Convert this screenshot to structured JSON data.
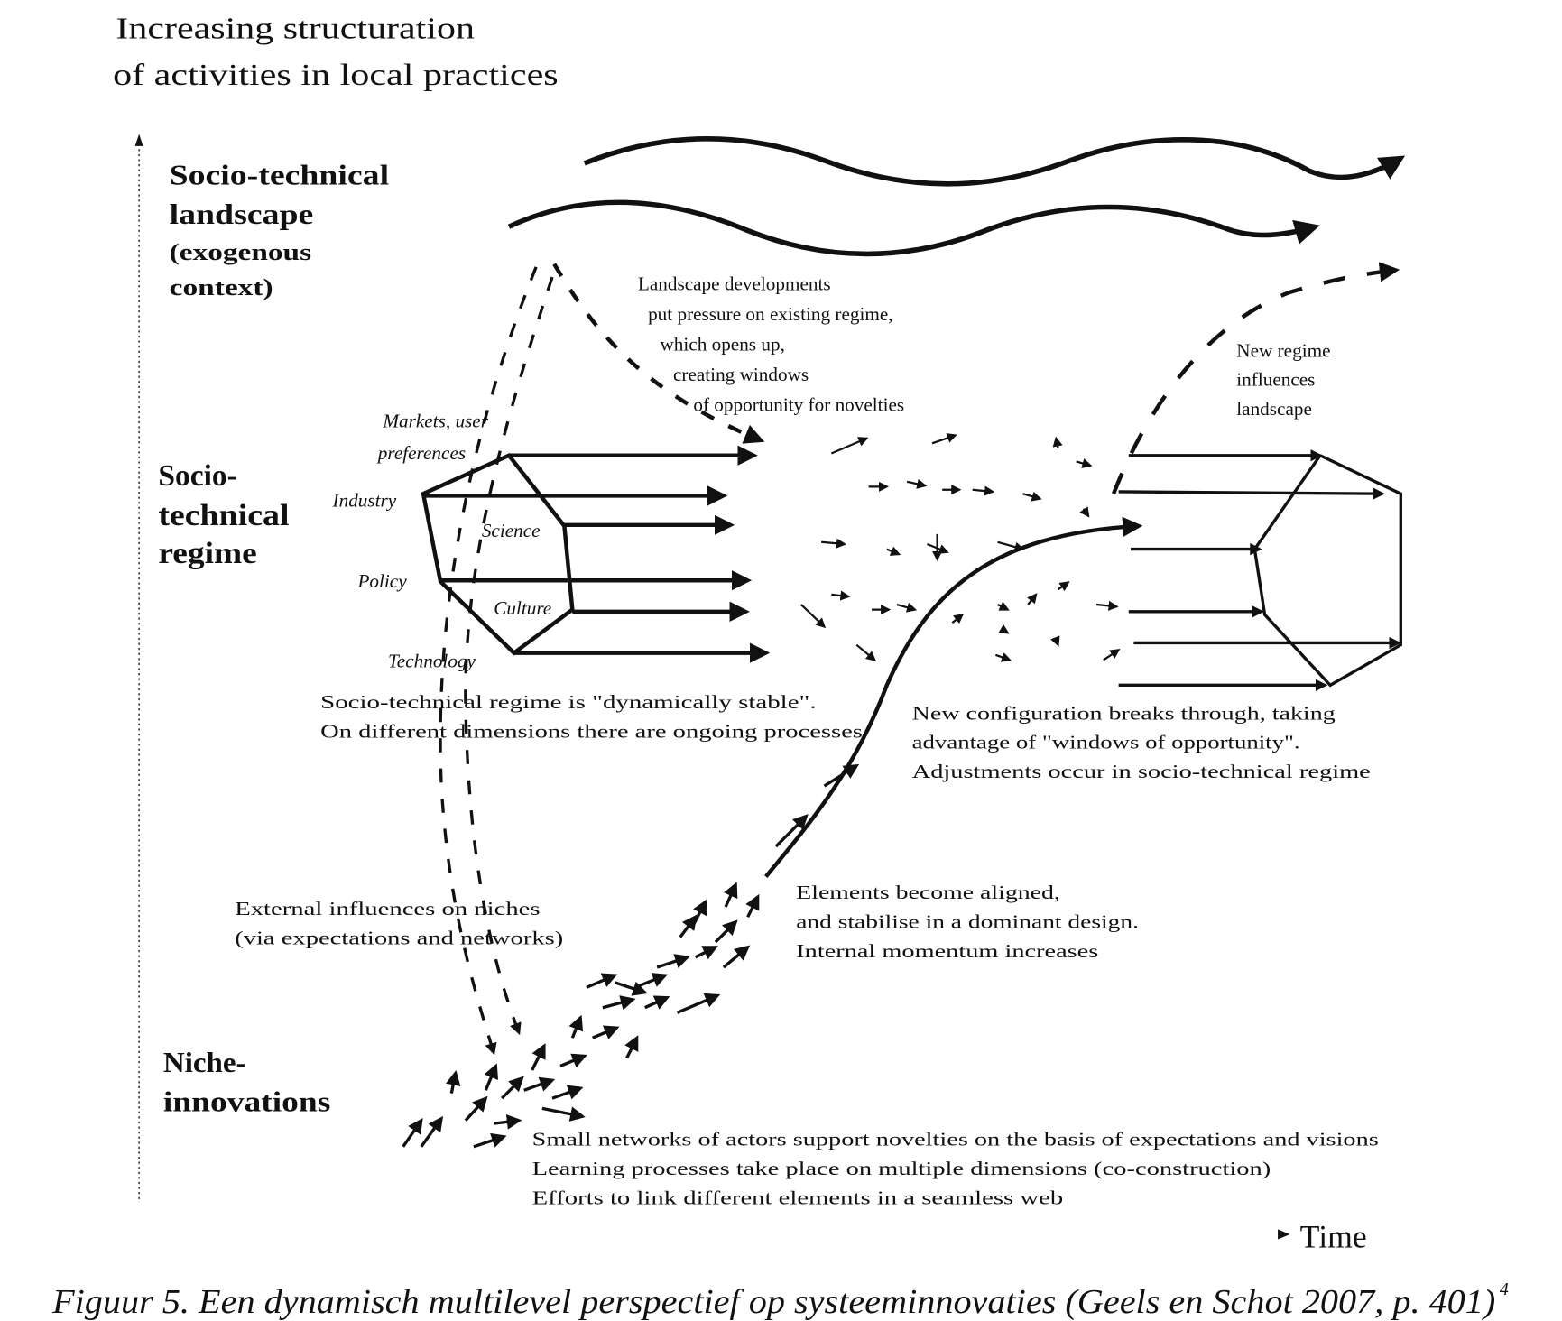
{
  "y_axis": {
    "label_line1": "Increasing structuration",
    "label_line2": "of activities in local practices"
  },
  "x_axis": {
    "label": "Time"
  },
  "levels": {
    "landscape": [
      "Socio-technical",
      "landscape",
      "(exogenous",
      "context)"
    ],
    "regime": [
      "Socio-",
      "technical",
      "regime"
    ],
    "niche": [
      "Niche-",
      "innovations"
    ]
  },
  "regime_dimensions": {
    "markets": [
      "Markets, user",
      "preferences"
    ],
    "industry": "Industry",
    "science": "Science",
    "policy": "Policy",
    "culture": "Culture",
    "technology": "Technology"
  },
  "annotations": {
    "landscape_pressure": [
      "Landscape  developments",
      "put pressure on existing regime,",
      "which opens up,",
      "creating windows",
      "of opportunity for novelties"
    ],
    "new_regime": [
      "New  regime",
      "influences",
      "landscape"
    ],
    "regime_stable": [
      "Socio-technical regime  is \"dynamically stable\".",
      "On different dimensions there are ongoing processes"
    ],
    "breakthrough": [
      "New configuration breaks through, taking",
      "advantage of \"windows of opportunity\".",
      "Adjustments occur in socio-technical regime"
    ],
    "aligned": [
      "Elements become aligned,",
      "and stabilise in a dominant design.",
      "Internal momentum increases"
    ],
    "external": [
      "External influences on niches",
      "(via expectations and networks)"
    ],
    "niche_networks": [
      "Small networks of actors support novelties on the basis of expectations and visions",
      "Learning processes take place on multiple dimensions (co-construction)",
      "Efforts to link different elements  in a seamless web"
    ]
  },
  "caption": {
    "text": "Figuur 5. Een dynamisch multilevel perspectief op systeeminnovaties (Geels en Schot 2007, p. 401)",
    "footnote": "4"
  }
}
